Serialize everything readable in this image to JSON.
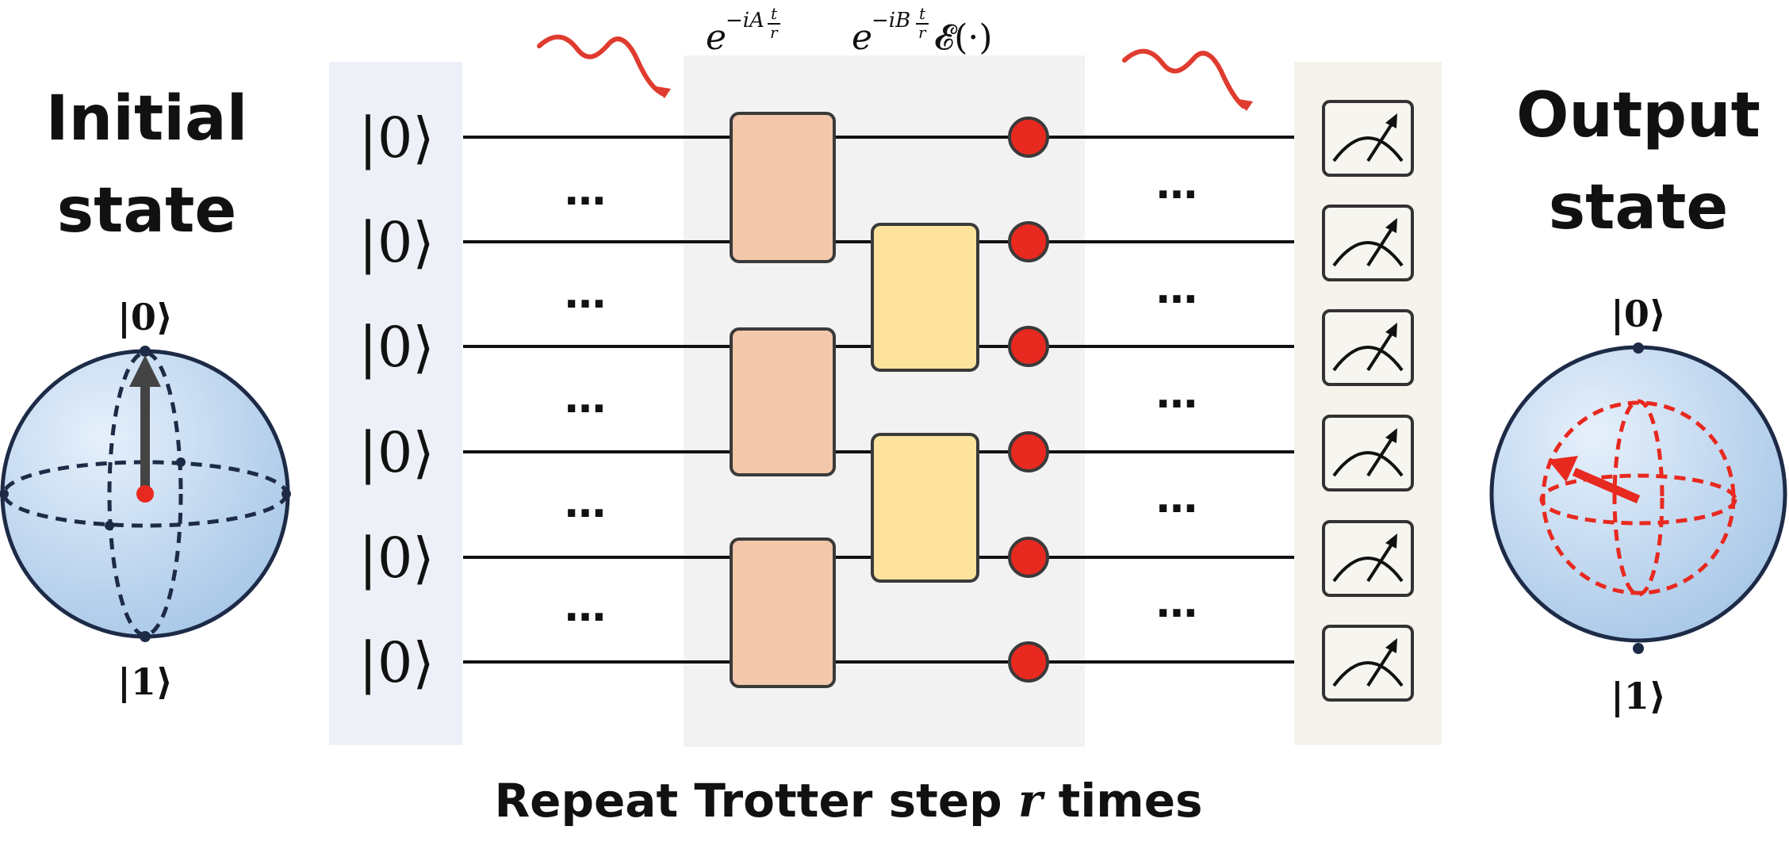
{
  "left_panel": {
    "title_line1": "Initial",
    "title_line2": "state",
    "top_label": "|0⟩",
    "bottom_label": "|1⟩"
  },
  "right_panel": {
    "title_line1": "Output",
    "title_line2": "state",
    "top_label": "|0⟩",
    "bottom_label": "|1⟩"
  },
  "circuit": {
    "ket_label": "|0⟩",
    "ellipsis": "…",
    "operator": {
      "e": "e",
      "exp_a": "−iA",
      "exp_b": "−iB",
      "frac_num": "t",
      "frac_den": "r",
      "channel": "𝓔(·)"
    }
  },
  "caption": {
    "prefix": "Repeat Trotter step ",
    "var": "r",
    "suffix": " times"
  },
  "colors": {
    "qubit_panel": "#edf1f7",
    "gate_panel": "#f2f2f2",
    "measure_panel": "#f6f3ec",
    "gate_a": "#f2c7aa",
    "gate_b": "#fde39c",
    "noise_dot": "#e8291f",
    "noise_wave": "#e03b2f",
    "sphere_outline": "#1d2b47",
    "sphere_fill": "#a9c8e8",
    "output_vector": "#e8291f",
    "input_vector": "#444444"
  }
}
